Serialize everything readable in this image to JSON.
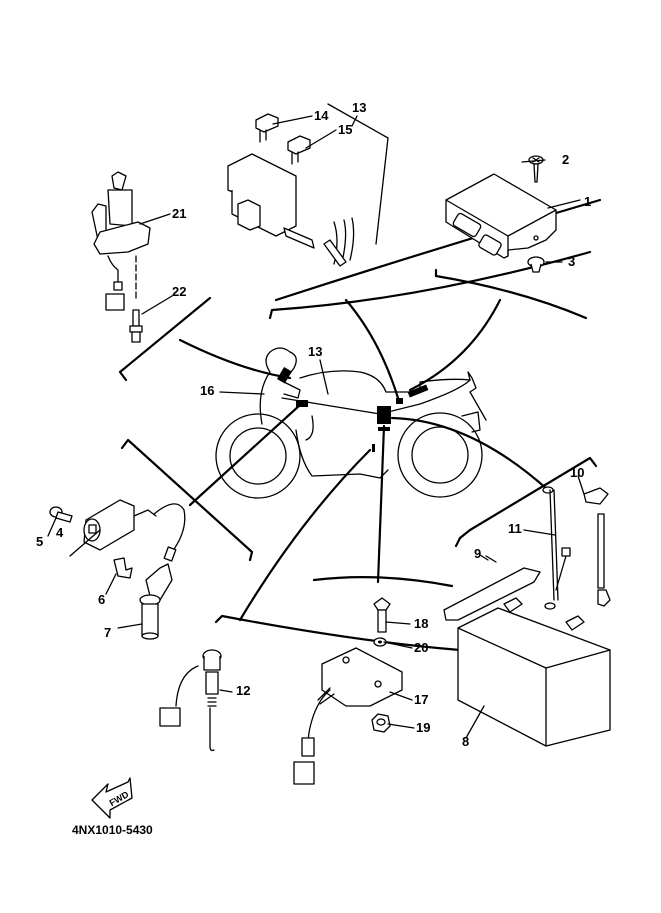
{
  "diagram": {
    "title": "Electrical parts exploded view",
    "drawing_code": "4NX1010-5430",
    "direction_marker": {
      "icon": "fwd-arrow-icon",
      "label": "FWD"
    },
    "callouts": [
      {
        "id": "1",
        "label": "1",
        "part": "control-unit"
      },
      {
        "id": "2",
        "label": "2",
        "part": "screw"
      },
      {
        "id": "3",
        "label": "3",
        "part": "grommet-nut"
      },
      {
        "id": "4",
        "label": "4",
        "part": "ignition-coil"
      },
      {
        "id": "5",
        "label": "5",
        "part": "bolt"
      },
      {
        "id": "6",
        "label": "6",
        "part": "clip"
      },
      {
        "id": "7",
        "label": "7",
        "part": "spark-plug-cap"
      },
      {
        "id": "8",
        "label": "8",
        "part": "battery"
      },
      {
        "id": "9",
        "label": "9",
        "part": "battery-band"
      },
      {
        "id": "10",
        "label": "10",
        "part": "battery-cable-negative"
      },
      {
        "id": "11",
        "label": "11",
        "part": "battery-cable-positive"
      },
      {
        "id": "12",
        "label": "12",
        "part": "neutral-switch"
      },
      {
        "id": "13a",
        "label": "13",
        "part": "wire-harness"
      },
      {
        "id": "13b",
        "label": "13",
        "part": "wire-harness"
      },
      {
        "id": "14",
        "label": "14",
        "part": "fuse"
      },
      {
        "id": "15",
        "label": "15",
        "part": "fuse"
      },
      {
        "id": "16",
        "label": "16",
        "part": "band"
      },
      {
        "id": "17",
        "label": "17",
        "part": "rectifier-regulator"
      },
      {
        "id": "18",
        "label": "18",
        "part": "bolt"
      },
      {
        "id": "19",
        "label": "19",
        "part": "nut"
      },
      {
        "id": "20",
        "label": "20",
        "part": "washer"
      },
      {
        "id": "21",
        "label": "21",
        "part": "main-switch"
      },
      {
        "id": "22",
        "label": "22",
        "part": "bolt"
      }
    ]
  }
}
